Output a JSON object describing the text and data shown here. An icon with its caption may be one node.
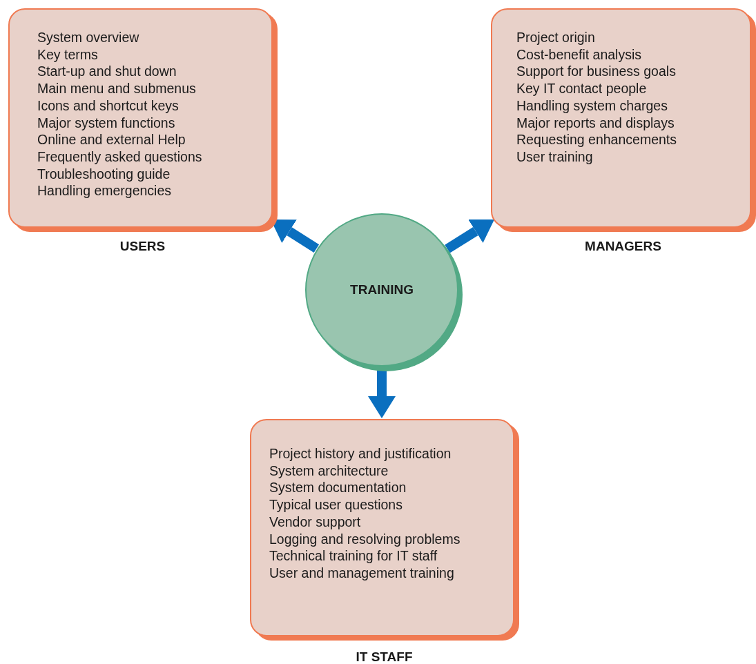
{
  "diagram": {
    "nodes": [
      {
        "text": [
          "System overview",
          "Key terms",
          "Start-up and shut down",
          "Main menu and submenus",
          "Icons and shortcut keys",
          "Major system functions",
          "Online and external Help",
          "Frequently asked questions",
          "Troubleshooting guide",
          "Handling emergencies",
          "USERS"
        ]
      },
      {
        "text": [
          "Project origin",
          "Cost-benefit analysis",
          "Support for business goals",
          "Key IT contact people",
          "Handling system charges",
          "Major reports and displays",
          "Requesting enhancements",
          "User training",
          "MANAGERS"
        ]
      },
      {
        "text": [
          "TRAINING"
        ]
      },
      {
        "text": [
          "Project history and justification",
          "System architecture",
          "System documentation",
          "Typical user questions",
          "Vendor support",
          "Logging and resolving problems",
          "Technical training for IT staff",
          "User and management training",
          "IT STAFF"
        ]
      }
    ],
    "edges": [
      {
        "from": 2,
        "to": 0,
        "arrow": "to"
      },
      {
        "from": 2,
        "to": 1,
        "arrow": "to"
      },
      {
        "from": 2,
        "to": 3,
        "arrow": "to"
      }
    ]
  }
}
